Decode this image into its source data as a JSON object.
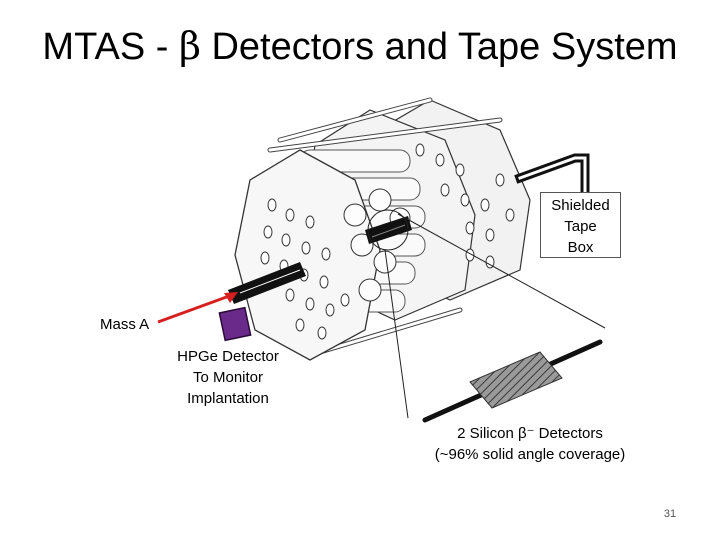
{
  "title": {
    "prefix": "MTAS - ",
    "symbol": "β",
    "suffix": " Detectors and Tape System"
  },
  "labels": {
    "tape_box": [
      "Shielded",
      "Tape",
      "Box"
    ],
    "mass": "Mass A",
    "hpge": [
      "HPGe Detector",
      "To Monitor",
      "Implantation"
    ],
    "silicon_line1": "2 Silicon β⁻ Detectors",
    "silicon_line2": "(~96% solid angle coverage)"
  },
  "page_number": "31",
  "colors": {
    "beam_arrow": "#d62020",
    "hpge_detector": "#6a2a8a",
    "silicon_detector": "#8c8c8c"
  }
}
